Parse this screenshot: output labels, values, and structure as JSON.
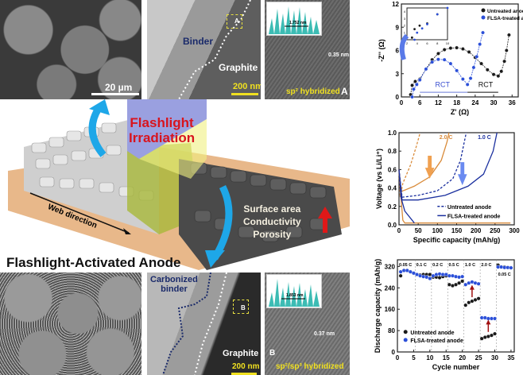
{
  "top_row": {
    "sem_scale": "20 µm",
    "tem_binder": "Binder",
    "tem_graphite": "Graphite",
    "tem_box": "A",
    "tem_scale": "200 nm",
    "hr_inset_label": "1.752 nm",
    "hr_spacing": "0.35 nm",
    "hr_caption": "sp² hybridized",
    "hr_panel": "A"
  },
  "schematic": {
    "irradiation": "Flashlight\nIrradiation",
    "irradiation_l1": "Flashlight",
    "irradiation_l2": "Irradiation",
    "web_direction": "Web direction",
    "props": [
      "Surface area",
      "Conductivity",
      "Porosity"
    ],
    "title": "Flashlight-Activated Anode"
  },
  "bottom_row": {
    "tem_binder": "Carbonized binder",
    "tem_binder_l1": "Carbonized",
    "tem_binder_l2": "binder",
    "tem_graphite": "Graphite",
    "tem_box": "B",
    "tem_scale": "200 nm",
    "hr_inset_label": "1.853 nm",
    "hr_spacing": "0.37 nm",
    "hr_caption": "sp²/sp³ hybridized",
    "hr_panel": "B"
  },
  "colors": {
    "untreated": "#1a1a1a",
    "flsa": "#2b4fd8",
    "orange": "#d98b3a",
    "navy": "#1a2f9e",
    "red": "#d8141e",
    "blue_arrow": "#1ea7e8"
  },
  "chart_data": [
    {
      "type": "scatter",
      "title": "",
      "xlabel": "Z' (Ω)",
      "ylabel": "-Z'' (Ω)",
      "xlim": [
        0,
        38
      ],
      "ylim": [
        0,
        12
      ],
      "xticks": [
        "0",
        "6",
        "12",
        "18",
        "24",
        "30",
        "36"
      ],
      "yticks": [
        "0",
        "3",
        "6",
        "9",
        "12"
      ],
      "annotations": [
        "RCT",
        "RCT"
      ],
      "legend": "top-right",
      "series": [
        {
          "name": "Untreated anode",
          "x": [
            3,
            3.5,
            4.5,
            6,
            8,
            10,
            12,
            14,
            16,
            18,
            20,
            22,
            24,
            26,
            28,
            30,
            31.5,
            32.5,
            33.5,
            34.2,
            35
          ],
          "y": [
            0.3,
            1.5,
            2,
            2.3,
            3.6,
            4.8,
            5.6,
            6.1,
            6.3,
            6.35,
            6.2,
            5.8,
            5.1,
            4.3,
            3.5,
            2.9,
            2.7,
            3.3,
            4.6,
            6,
            8
          ]
        },
        {
          "name": "FLSA-treated anode",
          "x": [
            3.5,
            4,
            5,
            6,
            8,
            10,
            12,
            14,
            16,
            18,
            20,
            21.5,
            22.5,
            23.5,
            24.5,
            25.5,
            26.5
          ],
          "y": [
            0,
            1,
            1.6,
            2.2,
            3.6,
            4.5,
            4.85,
            4.8,
            4.3,
            3.4,
            2.3,
            1.6,
            2.4,
            3.8,
            5.2,
            6.8,
            8.3
          ]
        }
      ],
      "inset": {
        "xlim": [
          2,
          10
        ],
        "ylim": [
          0,
          4.5
        ],
        "xticks": [
          "2",
          "4",
          "6",
          "8",
          "10"
        ],
        "yticks": [
          "0",
          "1",
          "2",
          "3",
          "4"
        ]
      }
    },
    {
      "type": "line",
      "xlabel": "Specific capacity (mAh/g)",
      "ylabel": "Voltage (vs Li/Li⁺)",
      "xlim": [
        0,
        300
      ],
      "ylim": [
        0,
        1.0
      ],
      "xticks": [
        "0",
        "50",
        "100",
        "150",
        "200",
        "250",
        "300"
      ],
      "yticks": [
        "0.0",
        "0.2",
        "0.4",
        "0.6",
        "0.8",
        "1.0"
      ],
      "rate_labels": [
        "2.0 C",
        "1.0 C"
      ],
      "legend": "bottom-right",
      "legend_entries": [
        "Untreated anode",
        "FLSA-treated anode"
      ],
      "series": [
        {
          "name": "2.0 C untreated",
          "dash": true,
          "color": "orange",
          "x": [
            0,
            3,
            10,
            30,
            45,
            55
          ],
          "y": [
            0.6,
            0.3,
            0.45,
            0.65,
            0.85,
            1.0
          ]
        },
        {
          "name": "2.0 C FLSA",
          "dash": false,
          "color": "orange",
          "x": [
            0,
            5,
            40,
            80,
            110,
            125,
            130
          ],
          "y": [
            0.6,
            0.36,
            0.42,
            0.52,
            0.7,
            0.9,
            1.0
          ]
        },
        {
          "name": "1.0 C untreated",
          "dash": true,
          "color": "navy",
          "x": [
            0,
            8,
            50,
            100,
            140,
            160,
            170,
            175
          ],
          "y": [
            0.6,
            0.3,
            0.32,
            0.37,
            0.5,
            0.7,
            0.9,
            1.0
          ]
        },
        {
          "name": "1.0 C FLSA",
          "dash": false,
          "color": "navy",
          "x": [
            0,
            8,
            50,
            120,
            180,
            220,
            245,
            255
          ],
          "y": [
            0.6,
            0.27,
            0.27,
            0.32,
            0.42,
            0.55,
            0.8,
            1.0
          ]
        },
        {
          "name": "2.0 C discharge",
          "dash": false,
          "color": "orange",
          "x": [
            0,
            5,
            10,
            15,
            290
          ],
          "y": [
            0.6,
            0.3,
            0.05,
            0.02,
            0.02
          ]
        },
        {
          "name": "1.0 C discharge",
          "dash": false,
          "color": "navy",
          "x": [
            0,
            5,
            15,
            40
          ],
          "y": [
            0.6,
            0.3,
            0.15,
            0.02
          ]
        }
      ]
    },
    {
      "type": "scatter",
      "xlabel": "Cycle number",
      "ylabel": "Discharge capacity (mAh/g)",
      "xlim": [
        0,
        36
      ],
      "ylim": [
        0,
        345
      ],
      "xticks": [
        "0",
        "5",
        "10",
        "15",
        "20",
        "25",
        "30",
        "35"
      ],
      "yticks": [
        "0",
        "80",
        "160",
        "240",
        "320"
      ],
      "rate_labels": [
        "0.05 C",
        "0.1 C",
        "0.2 C",
        "0.5 C",
        "1.0 C",
        "2.0 C",
        "0.05 C"
      ],
      "legend": "bottom-left",
      "series": [
        {
          "name": "Untreated anode",
          "values": [
            285,
            305,
            305,
            300,
            295,
            290,
            288,
            290,
            290,
            290,
            280,
            280,
            278,
            282,
            285,
            252,
            248,
            252,
            258,
            265,
            175,
            185,
            190,
            195,
            200,
            50,
            55,
            58,
            62,
            68,
            325,
            318,
            318,
            316,
            315
          ]
        },
        {
          "name": "FLSA-treated anode",
          "values": [
            300,
            305,
            305,
            300,
            295,
            290,
            285,
            282,
            280,
            275,
            285,
            290,
            292,
            290,
            290,
            285,
            285,
            282,
            280,
            282,
            252,
            258,
            262,
            258,
            255,
            128,
            128,
            125,
            125,
            125,
            318,
            318,
            316,
            316,
            315
          ]
        }
      ]
    }
  ]
}
